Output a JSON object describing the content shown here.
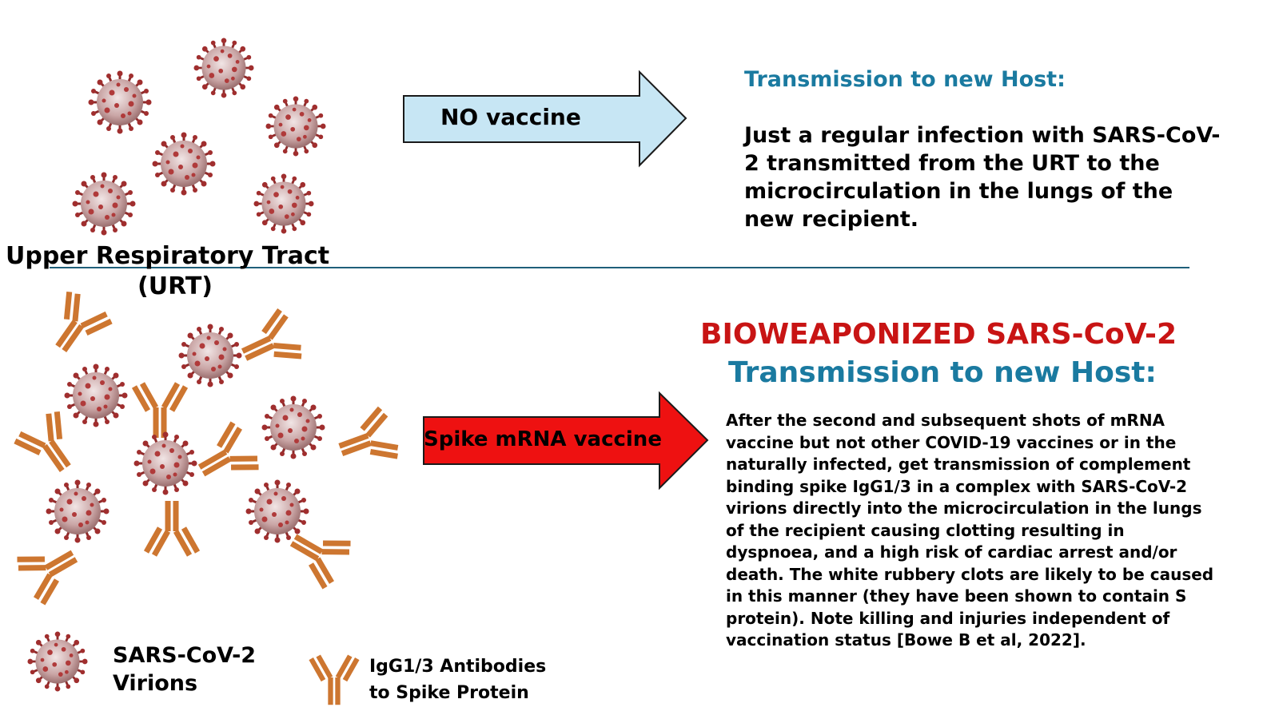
{
  "top": {
    "arrow_label": "NO vaccine",
    "heading": "Transmission to new Host:",
    "text": "Just a regular infection with SARS-CoV-2 transmitted from the URT to the microcirculation in the lungs of the new recipient."
  },
  "urt_label_line1": "Upper Respiratory Tract",
  "urt_label_line2": "(URT)",
  "bottom": {
    "arrow_label": "Spike mRNA vaccine",
    "title_red": "BIOWEAPONIZED SARS-CoV-2",
    "heading": "Transmission to new Host:",
    "paragraph": "After the second and subsequent shots of mRNA vaccine but not other COVID-19 vaccines or in the naturally infected, get transmission of complement binding spike IgG1/3 in a complex with SARS-CoV-2 virions directly into the microcirculation in the lungs of the recipient causing clotting resulting in dyspnoea,  and a high risk of cardiac arrest and/or death. The white rubbery clots are likely to be caused in this manner (they have been shown to contain S protein). Note killing and injuries independent of vaccination status [Bowe B et al, 2022]."
  },
  "legend": {
    "virion_line1": "SARS-CoV-2",
    "virion_line2": "Virions",
    "antibody_line1": "IgG1/3 Antibodies",
    "antibody_line2": "to Spike Protein"
  },
  "colors": {
    "heading_teal": "#1a7aa0",
    "title_red": "#c81414",
    "arrow_blue_fill": "#c7e6f4",
    "arrow_red_fill": "#ee1111",
    "antibody": "#d07a30",
    "virus_body": "#c9a7a7",
    "virus_spike": "#9c2b2b",
    "divider": "#1f5f7a"
  },
  "icons": {
    "virion": "sars-cov-2-virion-icon",
    "antibody": "igg-antibody-icon"
  }
}
